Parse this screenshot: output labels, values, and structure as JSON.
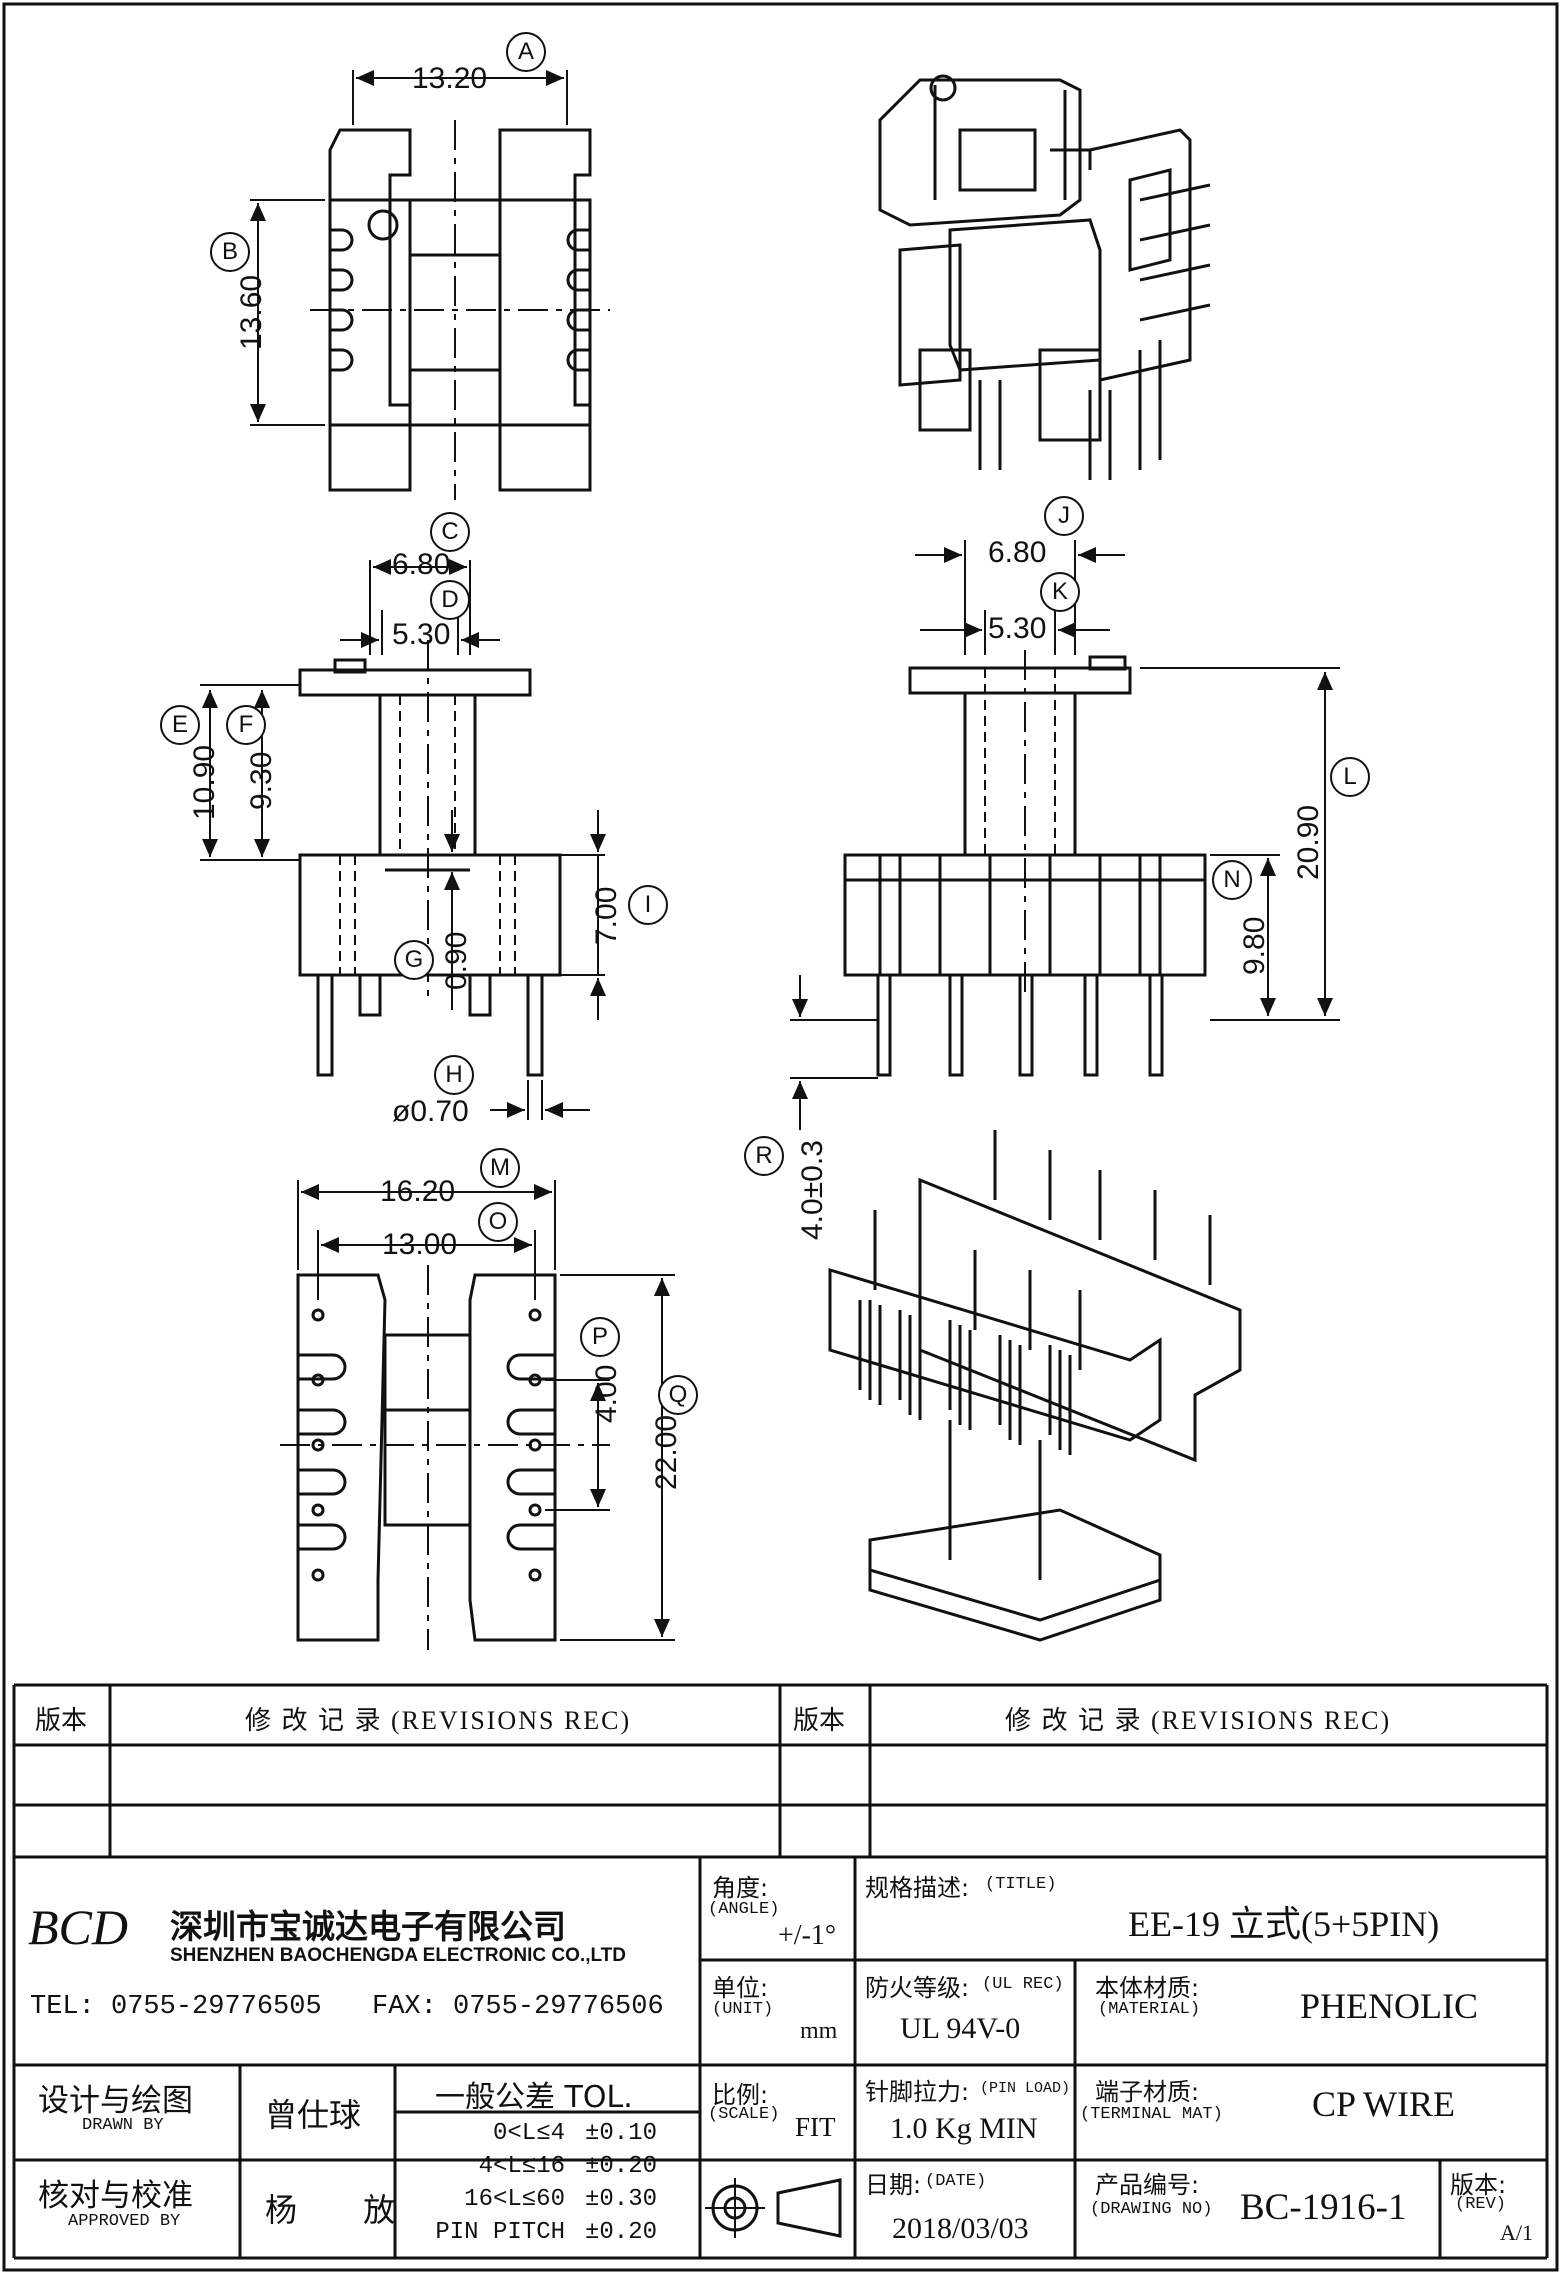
{
  "dims": {
    "A": {
      "label": "A",
      "value": "13.20"
    },
    "B": {
      "label": "B",
      "value": "13.60"
    },
    "C": {
      "label": "C",
      "value": "6.80"
    },
    "D": {
      "label": "D",
      "value": "5.30"
    },
    "E": {
      "label": "E",
      "value": "10.90"
    },
    "F": {
      "label": "F",
      "value": "9.30"
    },
    "G": {
      "label": "G",
      "value": "0.90"
    },
    "H": {
      "label": "H",
      "value": "ø0.70"
    },
    "I": {
      "label": "I",
      "value": "7.00"
    },
    "J": {
      "label": "J",
      "value": "6.80"
    },
    "K": {
      "label": "K",
      "value": "5.30"
    },
    "L": {
      "label": "L",
      "value": "20.90"
    },
    "M": {
      "label": "M",
      "value": "16.20"
    },
    "N": {
      "label": "N",
      "value": "9.80"
    },
    "O": {
      "label": "O",
      "value": "13.00"
    },
    "P": {
      "label": "P",
      "value": "4.00"
    },
    "Q": {
      "label": "Q",
      "value": "22.00"
    },
    "R": {
      "label": "R",
      "value": "4.0±0.3"
    }
  },
  "revisions": {
    "ver_header": "版本",
    "rec_header": "修 改 记 录 (REVISIONS REC)"
  },
  "company": {
    "logo": "BCD",
    "name_cn": "深圳市宝诚达电子有限公司",
    "name_en": "SHENZHEN BAOCHENGDA ELECTRONIC CO.,LTD",
    "tel": "TEL: 0755-29776505",
    "fax": "FAX: 0755-29776506"
  },
  "title_block": {
    "angle_label": "角度:",
    "angle_sub": "(ANGLE)",
    "angle_value": "+/-1°",
    "title_label": "规格描述:",
    "title_sub": "(TITLE)",
    "title_value": "EE-19 立式(5+5PIN)",
    "unit_label": "单位:",
    "unit_sub": "(UNIT)",
    "unit_value": "mm",
    "ul_label": "防火等级:",
    "ul_sub": "(UL REC)",
    "ul_value": "UL 94V-0",
    "material_label": "本体材质:",
    "material_sub": "(MATERIAL)",
    "material_value": "PHENOLIC",
    "designer_label": "设计与绘图",
    "designer_sub": "DRAWN BY",
    "designer_name": "曾仕球",
    "tol_title": "一般公差 TOL.",
    "tol_rows": [
      {
        "range": "0<L≤4",
        "tol": "±0.10"
      },
      {
        "range": "4<L≤16",
        "tol": "±0.20"
      },
      {
        "range": "16<L≤60",
        "tol": "±0.30"
      },
      {
        "range": "PIN PITCH",
        "tol": "±0.20"
      }
    ],
    "approver_label": "核对与校准",
    "approver_sub": "APPROVED BY",
    "approver_name": "杨 放",
    "scale_label": "比例:",
    "scale_sub": "(SCALE)",
    "scale_value": "FIT",
    "pinload_label": "针脚拉力:",
    "pinload_sub": "(PIN LOAD)",
    "pinload_value": "1.0 Kg MIN",
    "terminal_label": "端子材质:",
    "terminal_sub": "(TERMINAL MAT)",
    "terminal_value": "CP WIRE",
    "date_label": "日期:",
    "date_sub": "(DATE)",
    "date_value": "2018/03/03",
    "drawno_label": "产品编号:",
    "drawno_sub": "(DRAWING NO)",
    "drawno_value": "BC-1916-1",
    "rev_label": "版本:",
    "rev_sub": "(REV)",
    "rev_value": "A/1"
  }
}
